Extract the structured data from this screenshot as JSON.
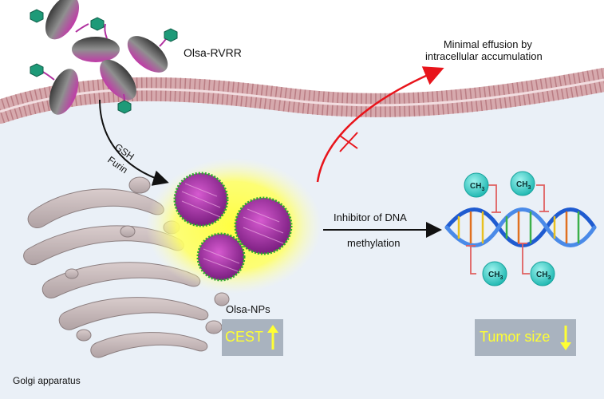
{
  "labels": {
    "olsa_rvrr": "Olsa-RVRR",
    "gsh": "GSH",
    "furin": "Furin",
    "effusion_line1": "Minimal effusion by",
    "effusion_line2": "intracellular accumulation",
    "inhibitor_line1": "Inhibitor of DNA",
    "inhibitor_line2": "methylation",
    "olsa_nps": "Olsa-NPs",
    "golgi": "Golgi apparatus",
    "cest": "CEST",
    "tumor_size": "Tumor size",
    "ch3": "CH3"
  },
  "indicators": {
    "cest_direction": "up",
    "tumor_direction": "down",
    "arrow_color": "#ffff33"
  },
  "colors": {
    "background": "#eaf0f7",
    "membrane": "#d6a9ad",
    "arrow_red": "#e8141b",
    "nanoparticle_glow": "#ffff00",
    "peptide_green": "#1e9a78",
    "molecule_purple": "#b0309f",
    "methyl_cyan": "#3fd6d0",
    "dna_blue": "#1f5bd0",
    "box_gray": "#a9b3bf"
  }
}
